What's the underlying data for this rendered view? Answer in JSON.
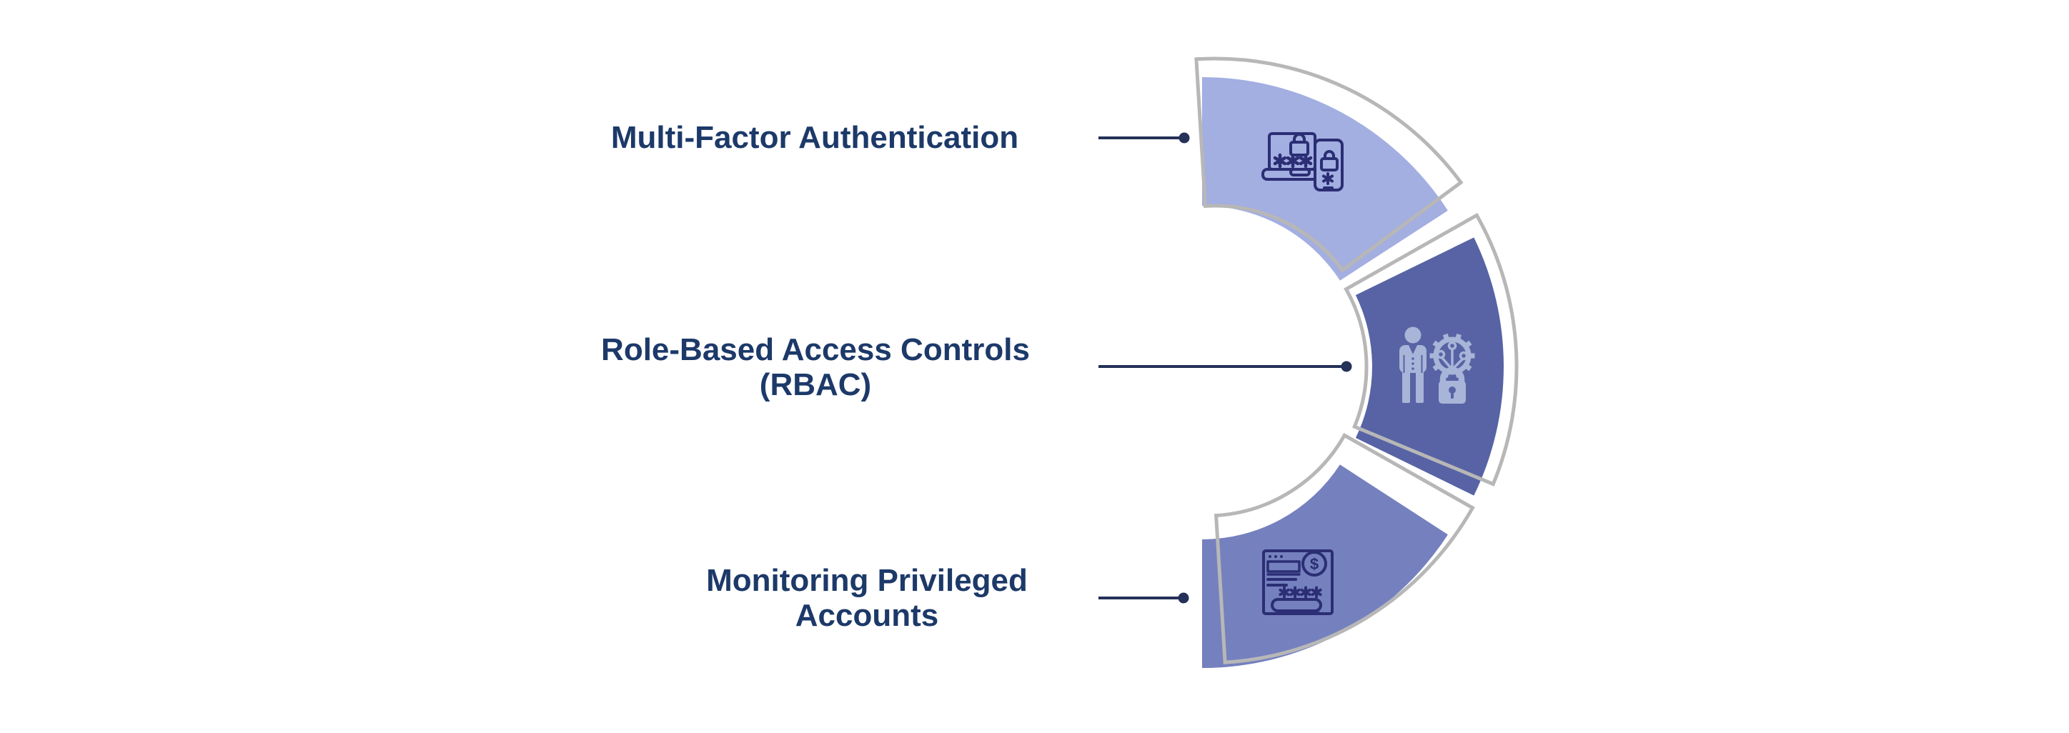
{
  "diagram": {
    "type": "semicircle-segmented-infographic",
    "items": [
      {
        "label": "Multi-Factor Authentication",
        "lines": [
          "Multi-Factor Authentication"
        ],
        "icon": "laptop-password-phone-lock-icon",
        "color": "#a3aee1",
        "position": "top"
      },
      {
        "label": "Role-Based Access Controls (RBAC)",
        "lines": [
          "Role-Based Access Controls",
          "(RBAC)"
        ],
        "icon": "person-gear-padlock-icon",
        "color": "#5763a4",
        "position": "middle"
      },
      {
        "label": "Monitoring Privileged Accounts",
        "lines": [
          "Monitoring Privileged",
          "Accounts"
        ],
        "icon": "browser-dollar-password-icon",
        "color": "#7580be",
        "position": "bottom"
      }
    ],
    "icon_symbols": {
      "dollar": "$"
    },
    "colors": {
      "text": "#1c3969",
      "icon_navy": "#2b2e74",
      "icon_light": "#a8b5d8",
      "outline_gray": "#b7b7b7",
      "connector": "#243158",
      "background": "#ffffff"
    }
  }
}
